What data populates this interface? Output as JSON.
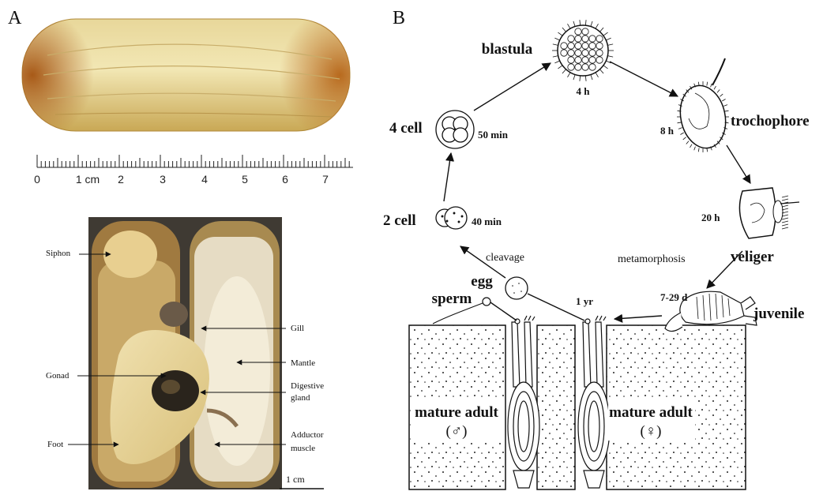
{
  "panel_a": {
    "letter": "A",
    "ruler": {
      "ticks": [
        "0",
        "1 cm",
        "2",
        "3",
        "4",
        "5",
        "6",
        "7"
      ]
    },
    "anatomy_labels": {
      "siphon": "Siphon",
      "gill": "Gill",
      "mantle": "Mantle",
      "gonad": "Gonad",
      "digestive_line1": "Digestive",
      "digestive_line2": "gland",
      "foot": "Foot",
      "adductor_line1": "Adductor",
      "adductor_line2": "muscle"
    },
    "scale_bar": "1 cm"
  },
  "panel_b": {
    "letter": "B",
    "stages": {
      "blastula": "blastula",
      "blastula_time": "4 h",
      "trochophore": "trochophore",
      "trochophore_time": "8 h",
      "cell4": "4 cell",
      "cell4_time": "50 min",
      "cell2": "2 cell",
      "cell2_time": "40 min",
      "veliger": "veliger",
      "veliger_time": "20 h",
      "metamorphosis": "metamorphosis",
      "cleavage": "cleavage",
      "egg": "egg",
      "sperm": "sperm",
      "one_year": "1 yr",
      "juvenile_time": "7-29 d",
      "juvenile": "juvenile",
      "adult_male": "mature adult",
      "male_symbol": "(♂)",
      "adult_female": "mature adult",
      "female_symbol": "(♀)"
    }
  }
}
